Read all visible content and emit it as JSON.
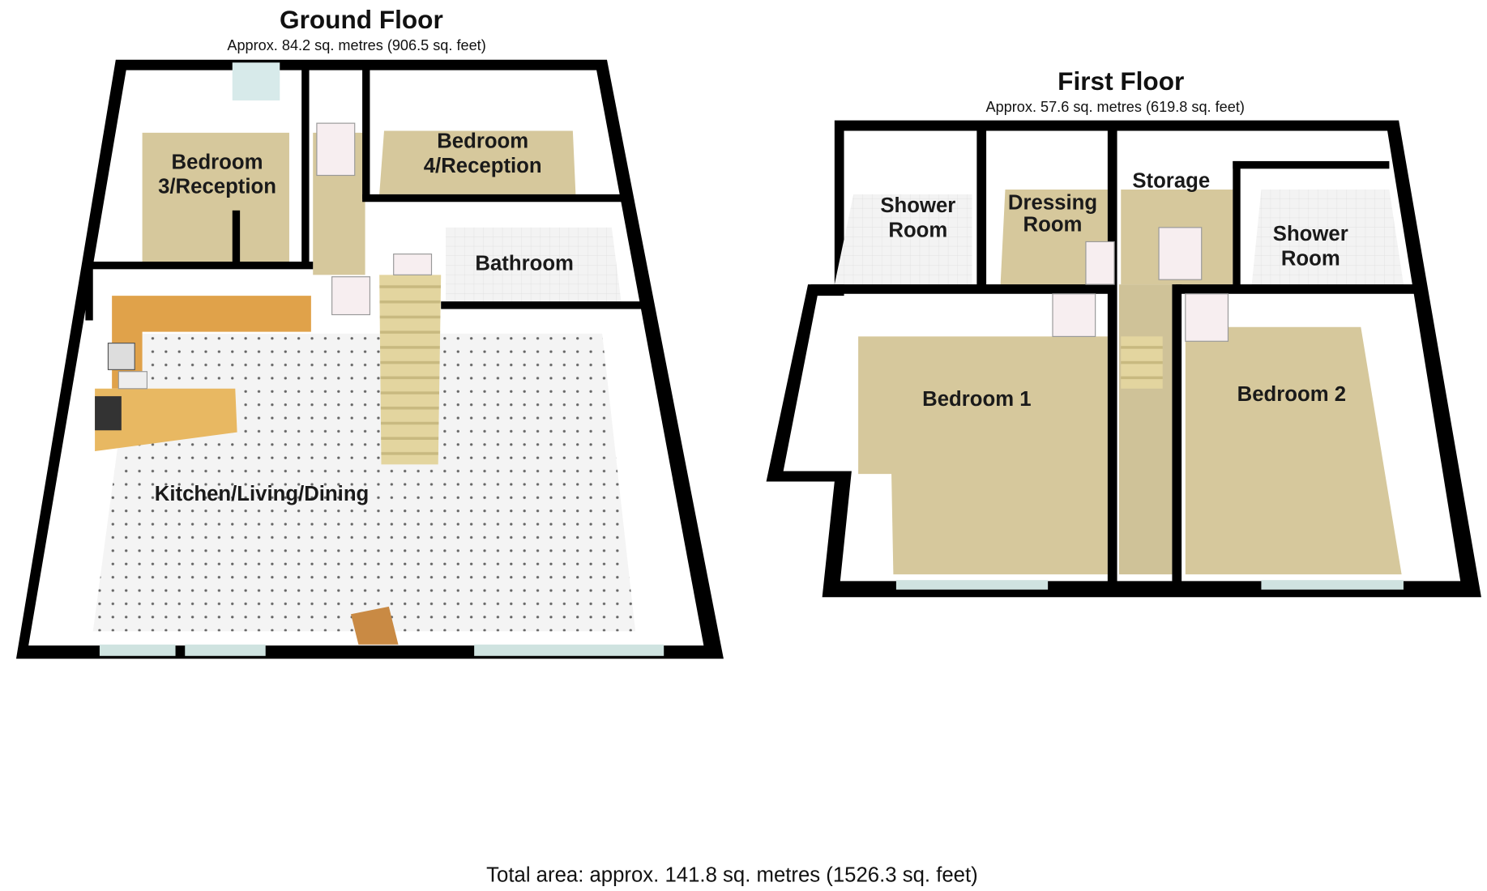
{
  "ground_floor": {
    "title": "Ground Floor",
    "area": "Approx. 84.2 sq. metres (906.5 sq. feet)",
    "rooms": {
      "bedroom3": [
        "Bedroom",
        "3/Reception"
      ],
      "bedroom4": [
        "Bedroom",
        "4/Reception"
      ],
      "bathroom": "Bathroom",
      "kitchen": "Kitchen/Living/Dining"
    }
  },
  "first_floor": {
    "title": "First Floor",
    "area": "Approx. 57.6 sq. metres (619.8 sq. feet)",
    "rooms": {
      "shower_left": [
        "Shower",
        "Room"
      ],
      "dressing": [
        "Dressing",
        "Room"
      ],
      "storage": "Storage",
      "shower_right": [
        "Shower",
        "Room"
      ],
      "bedroom1": "Bedroom 1",
      "bedroom2": "Bedroom 2"
    }
  },
  "total_area": "Total area: approx. 141.8 sq. metres (1526.3 sq. feet)",
  "colors": {
    "wall": "#000000",
    "carpet": "#d6c89c",
    "counter": "#e0a24a",
    "tile": "#f1f1f1"
  }
}
